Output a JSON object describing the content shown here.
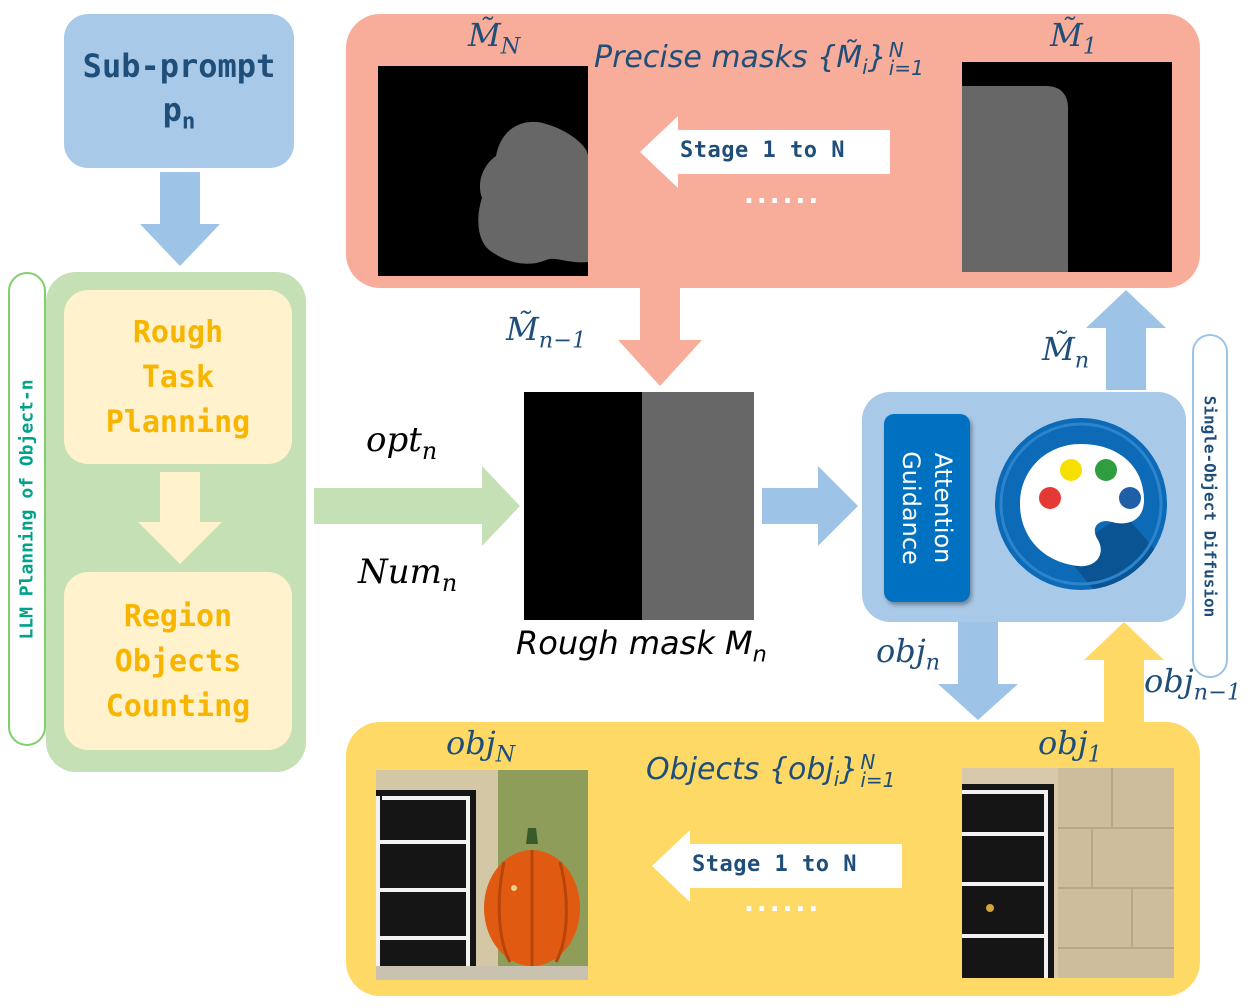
{
  "subprompt": {
    "line1": "Sub-prompt",
    "line2": "p",
    "line2_sub": "n"
  },
  "llm_planning": {
    "side_label": "LLM Planning of Object-n",
    "task_lines": [
      "Rough",
      "Task",
      "Planning"
    ],
    "count_lines": [
      "Region",
      "Objects",
      "Counting"
    ]
  },
  "masks_panel": {
    "label_left": "M̃",
    "label_left_sub": "N",
    "label_right": "M̃",
    "label_right_sub": "1",
    "title": "Precise masks {M̃",
    "title_sub": "i",
    "title_sup": "N",
    "title_sub2": "i=1",
    "stage_text": "Stage 1 to N",
    "dots": "......"
  },
  "objects_panel": {
    "label_left": "obj",
    "label_left_sub": "N",
    "label_right": "obj",
    "label_right_sub": "1",
    "title": "Objects {obj",
    "title_sub": "i",
    "title_sup": "N",
    "title_sub2": "i=1",
    "stage_text": "Stage 1 to N",
    "dots": "......"
  },
  "flow_labels": {
    "opt": "opt",
    "opt_sub": "n",
    "num": "Num",
    "num_sub": "n",
    "m_prev": "M̃",
    "m_prev_sub": "n−1",
    "m_n": "M̃",
    "m_n_sub": "n",
    "obj_n": "obj",
    "obj_n_sub": "n",
    "obj_prev": "obj",
    "obj_prev_sub": "n−1"
  },
  "rough_mask": {
    "caption": "Rough mask M",
    "caption_sub": "n"
  },
  "diffusion": {
    "attention_label": "Attention Guidance",
    "side_label": "Single-Object Diffusion",
    "palette_icon": "palette-icon"
  },
  "colors": {
    "blue_box": "#9dc3e6",
    "green_box": "#c5e0b4",
    "yellow_inner": "#fff2cc",
    "salmon": "#f8ac9a",
    "gold": "#ffd966",
    "dark_blue": "#1f4e79",
    "attention_blue": "#0070c0",
    "teal_text": "#00a28a"
  }
}
